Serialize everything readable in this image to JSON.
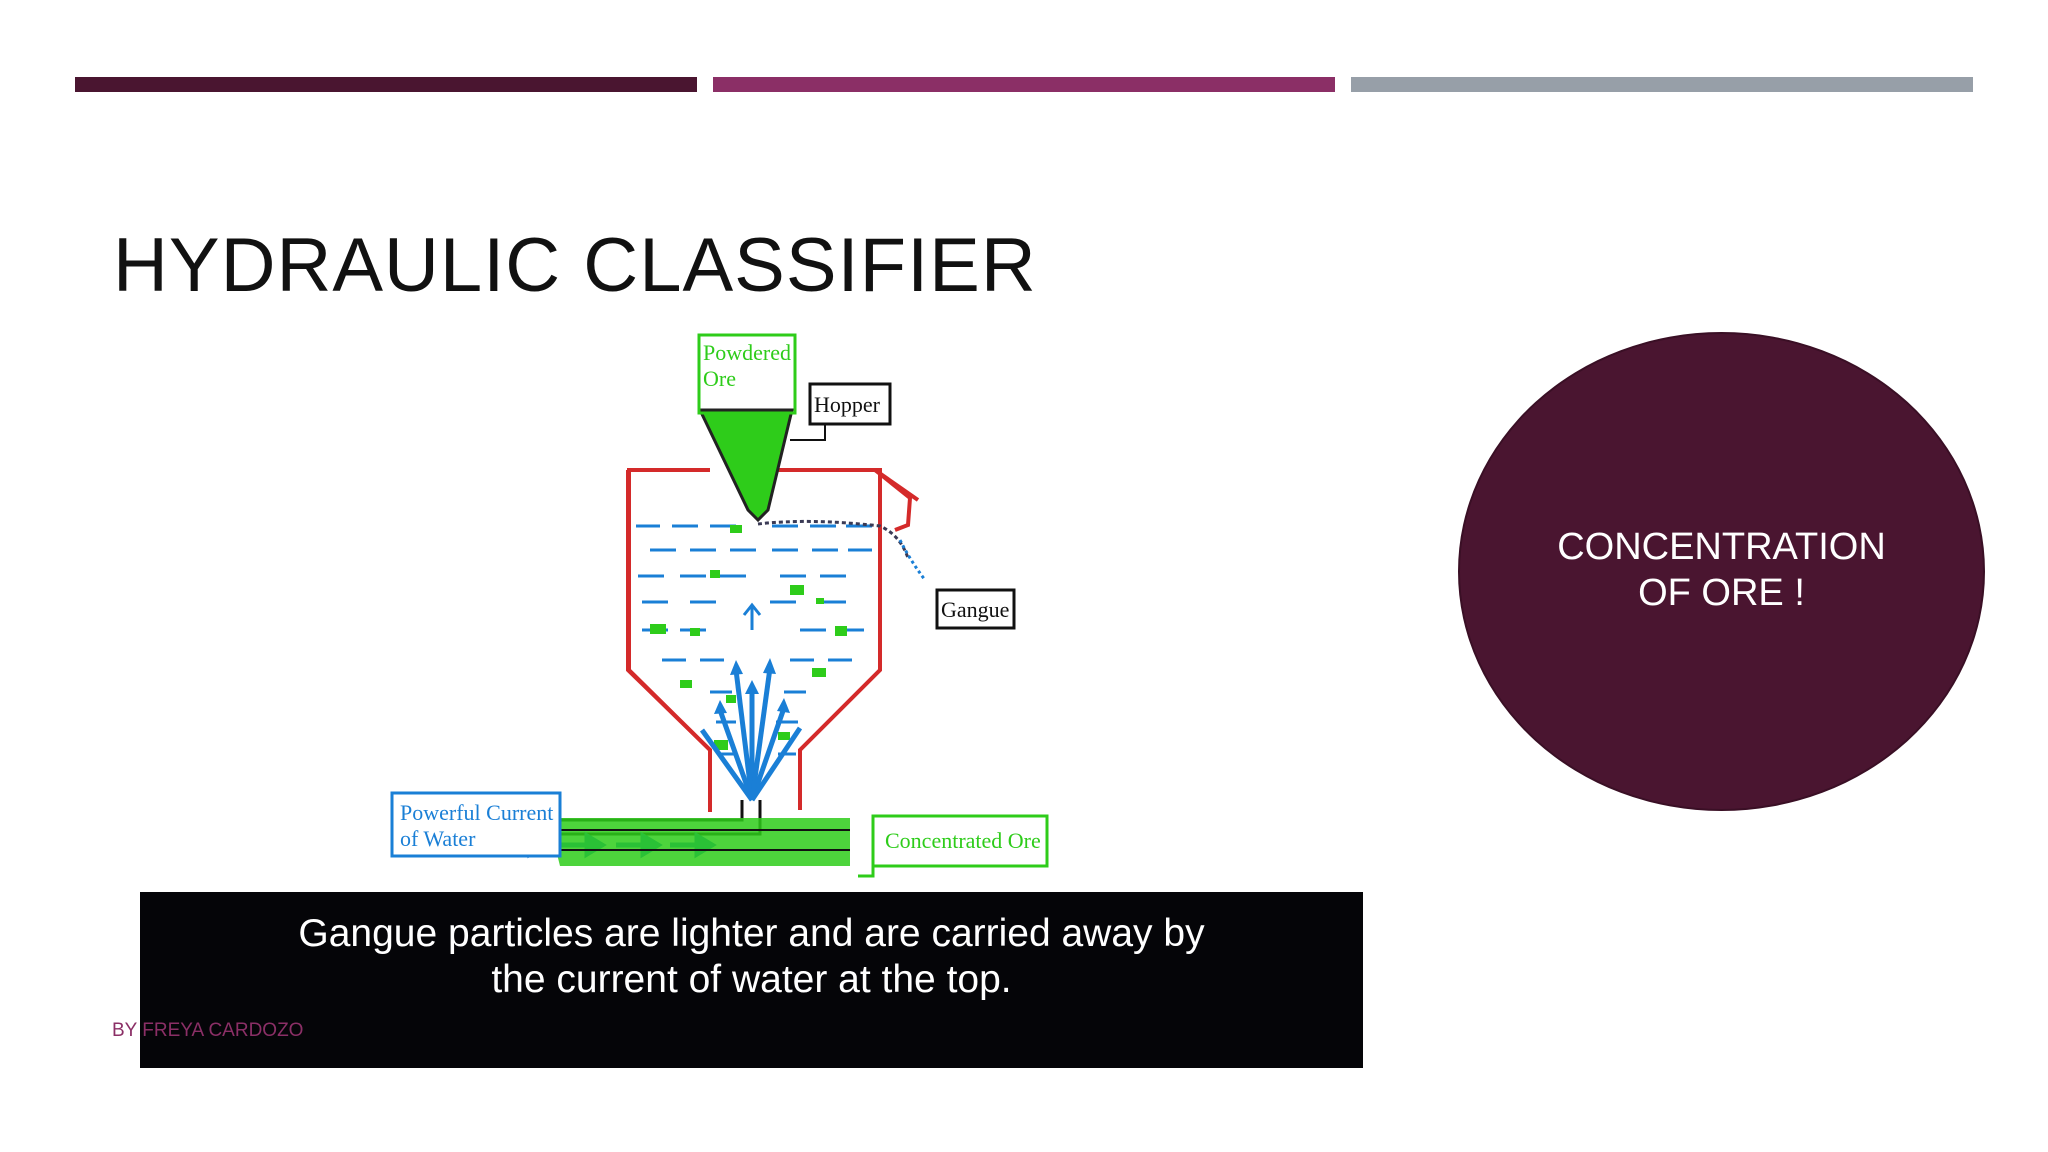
{
  "slide": {
    "title": "HYDRAULIC CLASSIFIER",
    "byline_prefix": "BY ",
    "byline_author": "FREYA CARDOZO",
    "circle_line_1": "CONCENTRATION",
    "circle_line_2": "OF ORE !",
    "caption_line_1": "Gangue particles are lighter and are carried away by",
    "caption_line_2": "the current of water at the top."
  },
  "diagram": {
    "labels": {
      "powdered_ore_1": "Powdered",
      "powdered_ore_2": "Ore",
      "hopper": "Hopper",
      "gangue": "Gangue",
      "powerful_current_1": "Powerful Current",
      "powerful_current_2": "of Water",
      "concentrated_ore": "Concentrated Ore"
    }
  },
  "colors": {
    "accent_dark": "#4a1530",
    "accent_magenta": "#8b2f66",
    "accent_gray": "#979fa8",
    "ore_green": "#2ecc1a",
    "water_blue": "#1a7fd6",
    "tank_red": "#d42a2a"
  }
}
